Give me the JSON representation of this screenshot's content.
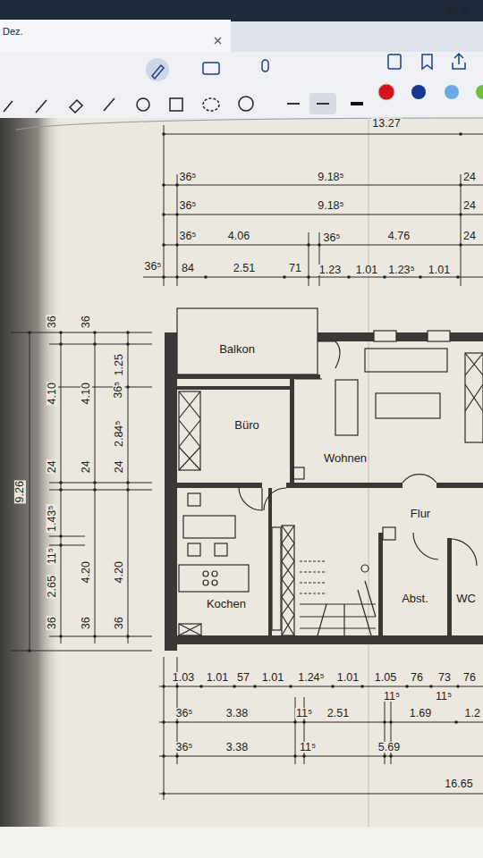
{
  "diagram": {
    "nodes": [
      {
        "text": [
          "Balkon"
        ]
      },
      {
        "text": [
          "Büro"
        ]
      },
      {
        "text": [
          "Wohnen"
        ]
      },
      {
        "text": [
          "Flur"
        ]
      },
      {
        "text": [
          "Kochen"
        ]
      },
      {
        "text": [
          "Abst."
        ]
      },
      {
        "text": [
          "WC"
        ]
      }
    ],
    "labels": [
      "Dez.",
      "63 %",
      "13.27",
      "36⁵",
      "9.18⁵",
      "24",
      "36⁵",
      "9.18⁵",
      "24",
      "36⁵",
      "4.06",
      "36⁵",
      "4.76",
      "24",
      "36⁵",
      "84",
      "2.51",
      "71",
      "1.23",
      "1.01",
      "1.23⁵",
      "1.01",
      "9.26",
      "36",
      "4.10",
      "24",
      "1.43⁵",
      "11⁵",
      "2.65",
      "36",
      "36",
      "4.10",
      "24",
      "4.20",
      "36",
      "1.25",
      "36⁵",
      "2.84⁵",
      "24",
      "4.20",
      "36",
      "1.03",
      "1.01",
      "57",
      "1.01",
      "1.24⁵",
      "1.01",
      "1.05",
      "76",
      "73",
      "76",
      "11⁵",
      "11⁵",
      "36⁵",
      "3.38",
      "11⁵",
      "2.51",
      "1.69",
      "1.2",
      "36⁵",
      "3.38",
      "11⁵",
      "5.69",
      "16.65"
    ]
  }
}
